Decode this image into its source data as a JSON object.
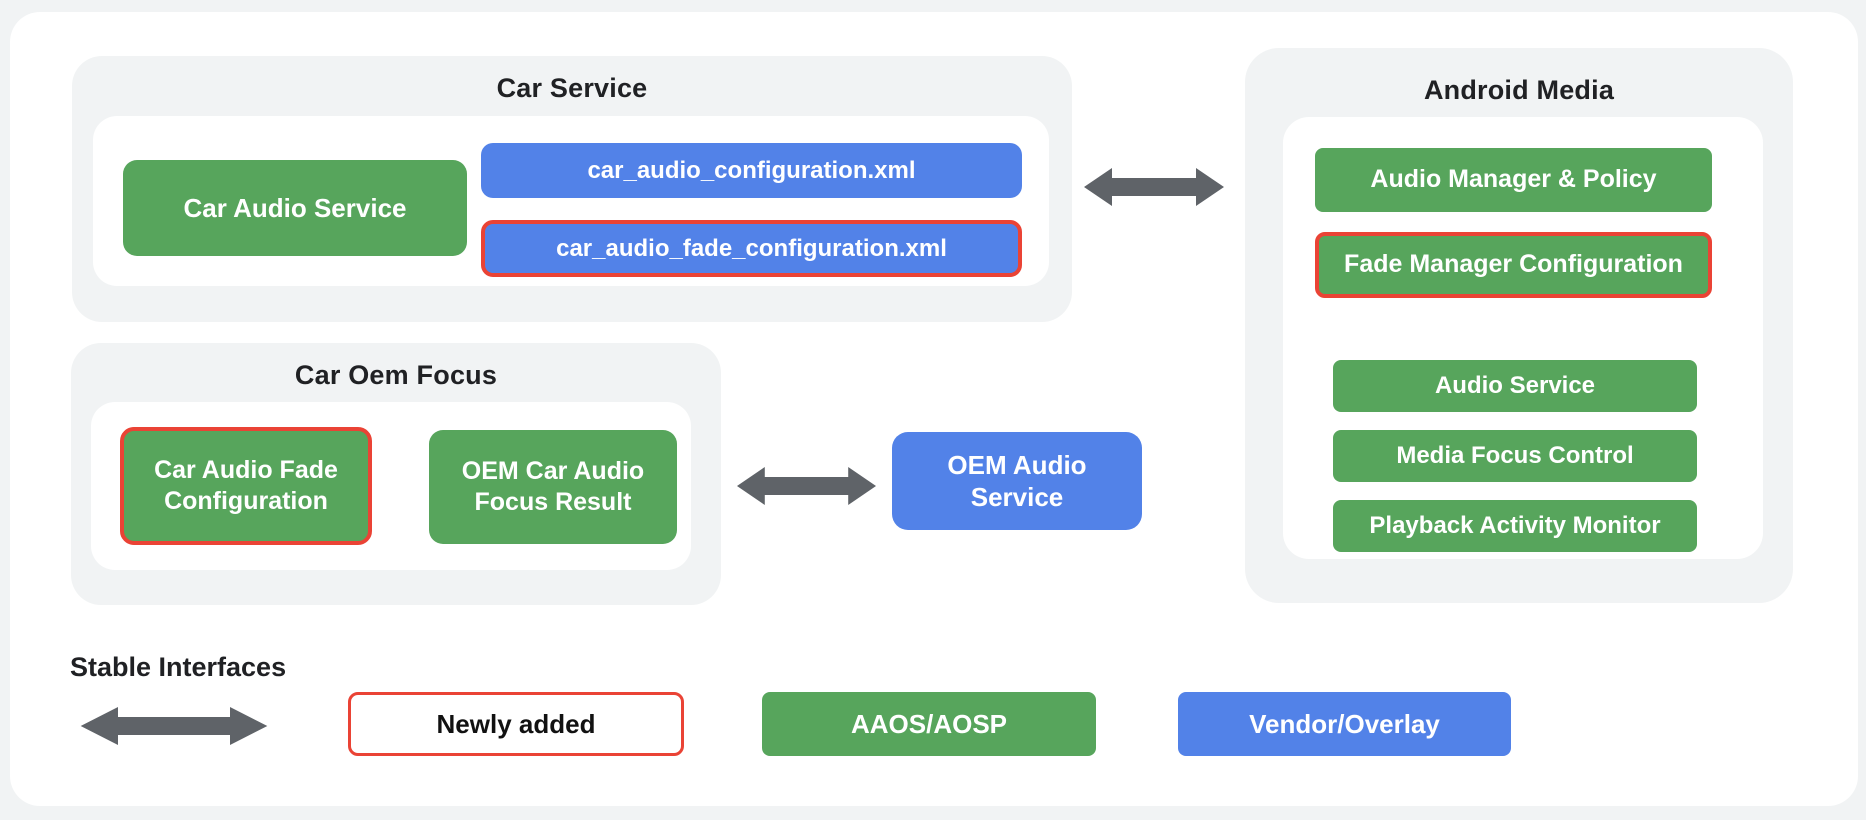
{
  "colors": {
    "page_bg": "#F1F3F4",
    "card_bg": "#FFFFFF",
    "panel_bg": "#F1F3F4",
    "aosp_green": "#57A55C",
    "vendor_blue": "#5282E8",
    "highlight_red": "#EA4335",
    "arrow_gray": "#5F6368",
    "text_dark": "#202124"
  },
  "car_service": {
    "title": "Car Service",
    "car_audio_service": "Car Audio Service",
    "car_audio_configuration_xml": "car_audio_configuration.xml",
    "car_audio_fade_configuration_xml": "car_audio_fade_configuration.xml"
  },
  "android_media": {
    "title": "Android Media",
    "audio_manager_policy": "Audio Manager & Policy",
    "fade_manager_configuration": "Fade Manager Configuration",
    "audio_service": "Audio Service",
    "media_focus_control": "Media Focus Control",
    "playback_activity_monitor": "Playback Activity Monitor"
  },
  "car_oem_focus": {
    "title": "Car Oem Focus",
    "car_audio_fade_configuration": "Car Audio Fade Configuration",
    "oem_car_audio_focus_result": "OEM Car Audio Focus Result"
  },
  "vendor": {
    "oem_audio_service": "OEM Audio Service"
  },
  "legend": {
    "stable_interfaces": "Stable Interfaces",
    "newly_added": "Newly added",
    "aaos_aosp": "AAOS/AOSP",
    "vendor_overlay": "Vendor/Overlay"
  }
}
